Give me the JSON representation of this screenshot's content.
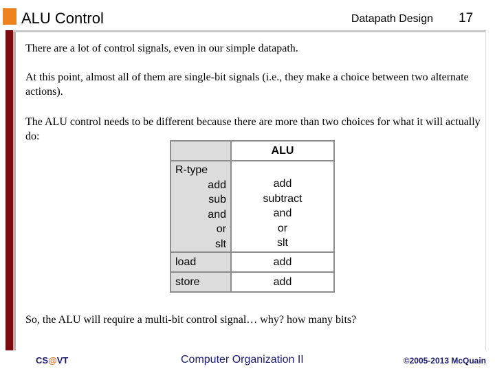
{
  "header": {
    "title": "ALU Control",
    "subtitle": "Datapath Design",
    "slide_number": "17"
  },
  "body": {
    "p1": "There are a lot of control signals, even in our simple datapath.",
    "p2": "At this point, almost all of them are single-bit signals (i.e., they make a choice between two alternate actions).",
    "p3": "The ALU control needs to be different because there are more than two choices for what it will actually do:",
    "p4": "So, the ALU will require a multi-bit control signal… why?  how many bits?"
  },
  "table": {
    "header": "ALU",
    "rtype_label": "R-type",
    "rtype_ops": [
      "add",
      "sub",
      "and",
      "or",
      "slt"
    ],
    "rtype_alu": [
      "add",
      "subtract",
      "and",
      "or",
      "slt"
    ],
    "rows": [
      {
        "label": "load",
        "alu": "add"
      },
      {
        "label": "store",
        "alu": "add"
      }
    ]
  },
  "footer": {
    "left_a": "CS",
    "left_at": "@",
    "left_b": "VT",
    "center": "Computer Organization II",
    "right": "©2005-2013 McQuain"
  },
  "colors": {
    "accent_orange": "#f0821e",
    "bar_red": "#7a0c10",
    "footer_blue": "#1a1a6e"
  }
}
